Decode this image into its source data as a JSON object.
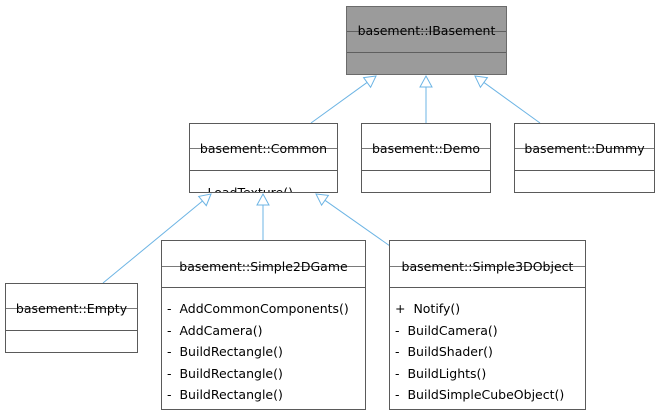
{
  "classes": {
    "ibasement": {
      "name": "basement::IBasement"
    },
    "common": {
      "name": "basement::Common",
      "methods": [
        {
          "vis": "-",
          "label": "LoadTexture()"
        }
      ]
    },
    "demo": {
      "name": "basement::Demo"
    },
    "dummy": {
      "name": "basement::Dummy"
    },
    "empty": {
      "name": "basement::Empty"
    },
    "simple2dgame": {
      "name": "basement::Simple2DGame",
      "methods": [
        {
          "vis": "-",
          "label": "AddCommonComponents()"
        },
        {
          "vis": "-",
          "label": "AddCamera()"
        },
        {
          "vis": "-",
          "label": "BuildRectangle()"
        },
        {
          "vis": "-",
          "label": "BuildRectangle()"
        },
        {
          "vis": "-",
          "label": "BuildRectangle()"
        }
      ]
    },
    "simple3dobject": {
      "name": "basement::Simple3DObject",
      "methods": [
        {
          "vis": "+",
          "label": "Notify()"
        },
        {
          "vis": "-",
          "label": "BuildCamera()"
        },
        {
          "vis": "-",
          "label": "BuildShader()"
        },
        {
          "vis": "-",
          "label": "BuildLights()"
        },
        {
          "vis": "-",
          "label": "BuildSimpleCubeObject()"
        }
      ]
    }
  },
  "edges": [
    {
      "from": "common",
      "to": "ibasement",
      "kind": "inheritance"
    },
    {
      "from": "demo",
      "to": "ibasement",
      "kind": "inheritance"
    },
    {
      "from": "dummy",
      "to": "ibasement",
      "kind": "inheritance"
    },
    {
      "from": "empty",
      "to": "common",
      "kind": "inheritance"
    },
    {
      "from": "simple2dgame",
      "to": "common",
      "kind": "inheritance"
    },
    {
      "from": "simple3dobject",
      "to": "common",
      "kind": "inheritance"
    }
  ],
  "colors": {
    "edge": "#6cb4e4",
    "base_fill": "#9b9b9b",
    "box_border": "#5a5a5a"
  }
}
